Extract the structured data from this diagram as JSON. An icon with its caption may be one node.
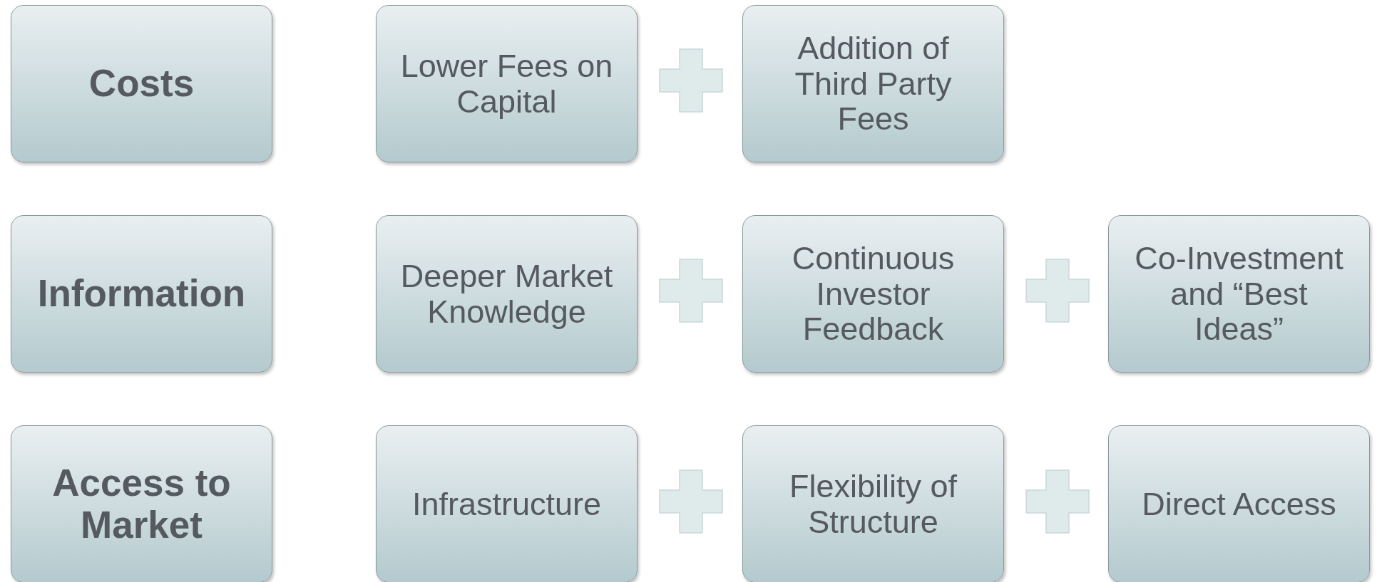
{
  "diagram": {
    "nodes": [
      {
        "text": [
          "Costs"
        ]
      },
      {
        "text": [
          "Lower Fees on Capital"
        ]
      },
      {
        "text": [
          "Addition of Third Party Fees"
        ]
      },
      {
        "text": [
          "Information"
        ]
      },
      {
        "text": [
          "Deeper Market Knowledge"
        ]
      },
      {
        "text": [
          "Continuous Investor Feedback"
        ]
      },
      {
        "text": [
          "Co-Investment and “Best Ideas”"
        ]
      },
      {
        "text": [
          "Access to Market"
        ]
      },
      {
        "text": [
          "Infrastructure"
        ]
      },
      {
        "text": [
          "Flexibility of Structure"
        ]
      },
      {
        "text": [
          "Direct Access"
        ]
      }
    ]
  }
}
